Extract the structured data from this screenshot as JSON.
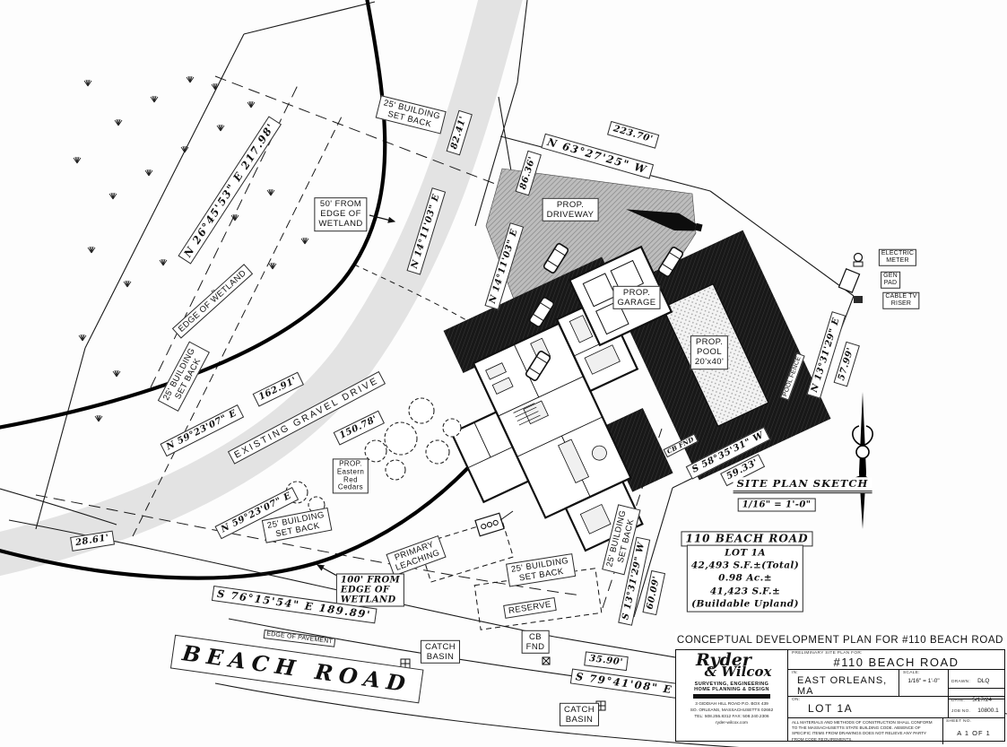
{
  "labels": {
    "setback_top": "25' BUILDING\nSET BACK",
    "dist_82_41": "82.41'",
    "dist_223_70": "223.70'",
    "brg_n63": "N 63°27'25\" W",
    "dist_86_36": "86.36'",
    "wetland_50": "50' FROM\nEDGE OF\nWETLAND",
    "brg_n14_a": "N 14°11'03\" E",
    "brg_n14_b": "N 14°11'03\" E",
    "prop_driveway": "PROP.\nDRIVEWAY",
    "prop_garage": "PROP.\nGARAGE",
    "prop_pool": "PROP.\nPOOL\n20'x40'",
    "electric_meter": "ELECTRIC\nMETER",
    "gen_pad": "GEN\nPAD",
    "cable_tv": "CABLE TV\nRISER",
    "brg_n13": "N 13°31'29\" E",
    "dist_57_99": "57.99'",
    "brg_s58": "S 58°35'31\" W",
    "dist_59_33": "59.33'",
    "cb_fnd_small": "CB FND",
    "site_plan_sketch": "SITE PLAN SKETCH",
    "sketch_scale": "1/16\" = 1'-0\"",
    "parcel_title": "110 BEACH ROAD",
    "parcel_info": "LOT 1A\n42,493 S.F.±(Total)\n0.98 Ac.±\n41,423 S.F.±\n(Buildable Upland)",
    "brg_n26": "N 26°45'53\" E  217.98'",
    "edge_of_wetland": "EDGE OF WETLAND",
    "setback_left": "25' BUILDING\nSET BACK",
    "brg_n59_a": "N 59°23'07\" E",
    "dist_162_91": "162.91'",
    "existing_gravel_drive": "EXISTING GRAVEL DRIVE",
    "dist_150_78": "150.78'",
    "cedars": "PROP.\nEastern\nRed\nCedars",
    "brg_n59_b": "N 59°23'07\" E",
    "setback_lower_left": "25' BUILDING\nSET BACK",
    "dist_28_61": "28.61'",
    "primary_leaching": "PRIMARY\nLEACHING",
    "setback_bottom": "25' BUILDING\nSET BACK",
    "reserve": "RESERVE",
    "wetland_100": "100' FROM\nEDGE OF\nWETLAND",
    "brg_s76": "S 76°15'54\" E  189.89'",
    "edge_of_pavement": "EDGE OF PAVEMENT",
    "beach_road": "BEACH ROAD",
    "catch_basin_w": "CATCH\nBASIN",
    "cb_fnd": "CB\nFND",
    "dist_35_90": "35.90'",
    "brg_s79": "S 79°41'08\" E",
    "catch_basin_e": "CATCH\nBASIN",
    "setback_right": "25' BUILDING\nSET BACK",
    "brg_s13": "S 13°31'29\" W",
    "dist_60_09": "60.09'",
    "pool_fence": "POOL FENCE"
  },
  "title_block": {
    "plan_title": "CONCEPTUAL DEVELOPMENT PLAN FOR #110 BEACH ROAD",
    "firm": {
      "name_line1": "Ryder",
      "name_line2": "& Wilcox",
      "tagline1": "SURVEYING, ENGINEERING",
      "tagline2": "HOME PLANNING & DESIGN",
      "address1": "3 GIDDIAH HILL ROAD  P.O. BOX 439",
      "address2": "SO. ORLEANS, MASSACHUSETTS 02662",
      "address3": "TEL: 508.255.8312   FAX: 508.240.2306",
      "address4": "ryder-wilcox.com"
    },
    "fields": {
      "type_label": "PRELIMINARY SITE PLAN FOR:",
      "project": "#110 BEACH ROAD",
      "in_label": "IN:",
      "town": "EAST ORLEANS, MA",
      "scale_label": "SCALE:",
      "scale": "1/16\" = 1'-0\"",
      "drawn_label": "DRAWN:",
      "drawn": "DLQ",
      "date_label": "DATE:",
      "date": "5/17/24",
      "on_label": "ON:",
      "lot": "LOT 1A",
      "job_label": "JOB NO.",
      "job": "10800.1",
      "sheet_label": "SHEET NO.",
      "sheet": "A 1 OF 1",
      "disclaimer": "ALL MATERIALS AND METHODS OF CONSTRUCTION SHALL CONFORM TO THE MASSACHUSETTS STATE BUILDING CODE. ABSENCE OF SPECIFIC ITEMS FROM DRAWINGS DOES NOT RELIEVE ANY PARTY FROM CODE REQUIREMENTS."
    }
  }
}
